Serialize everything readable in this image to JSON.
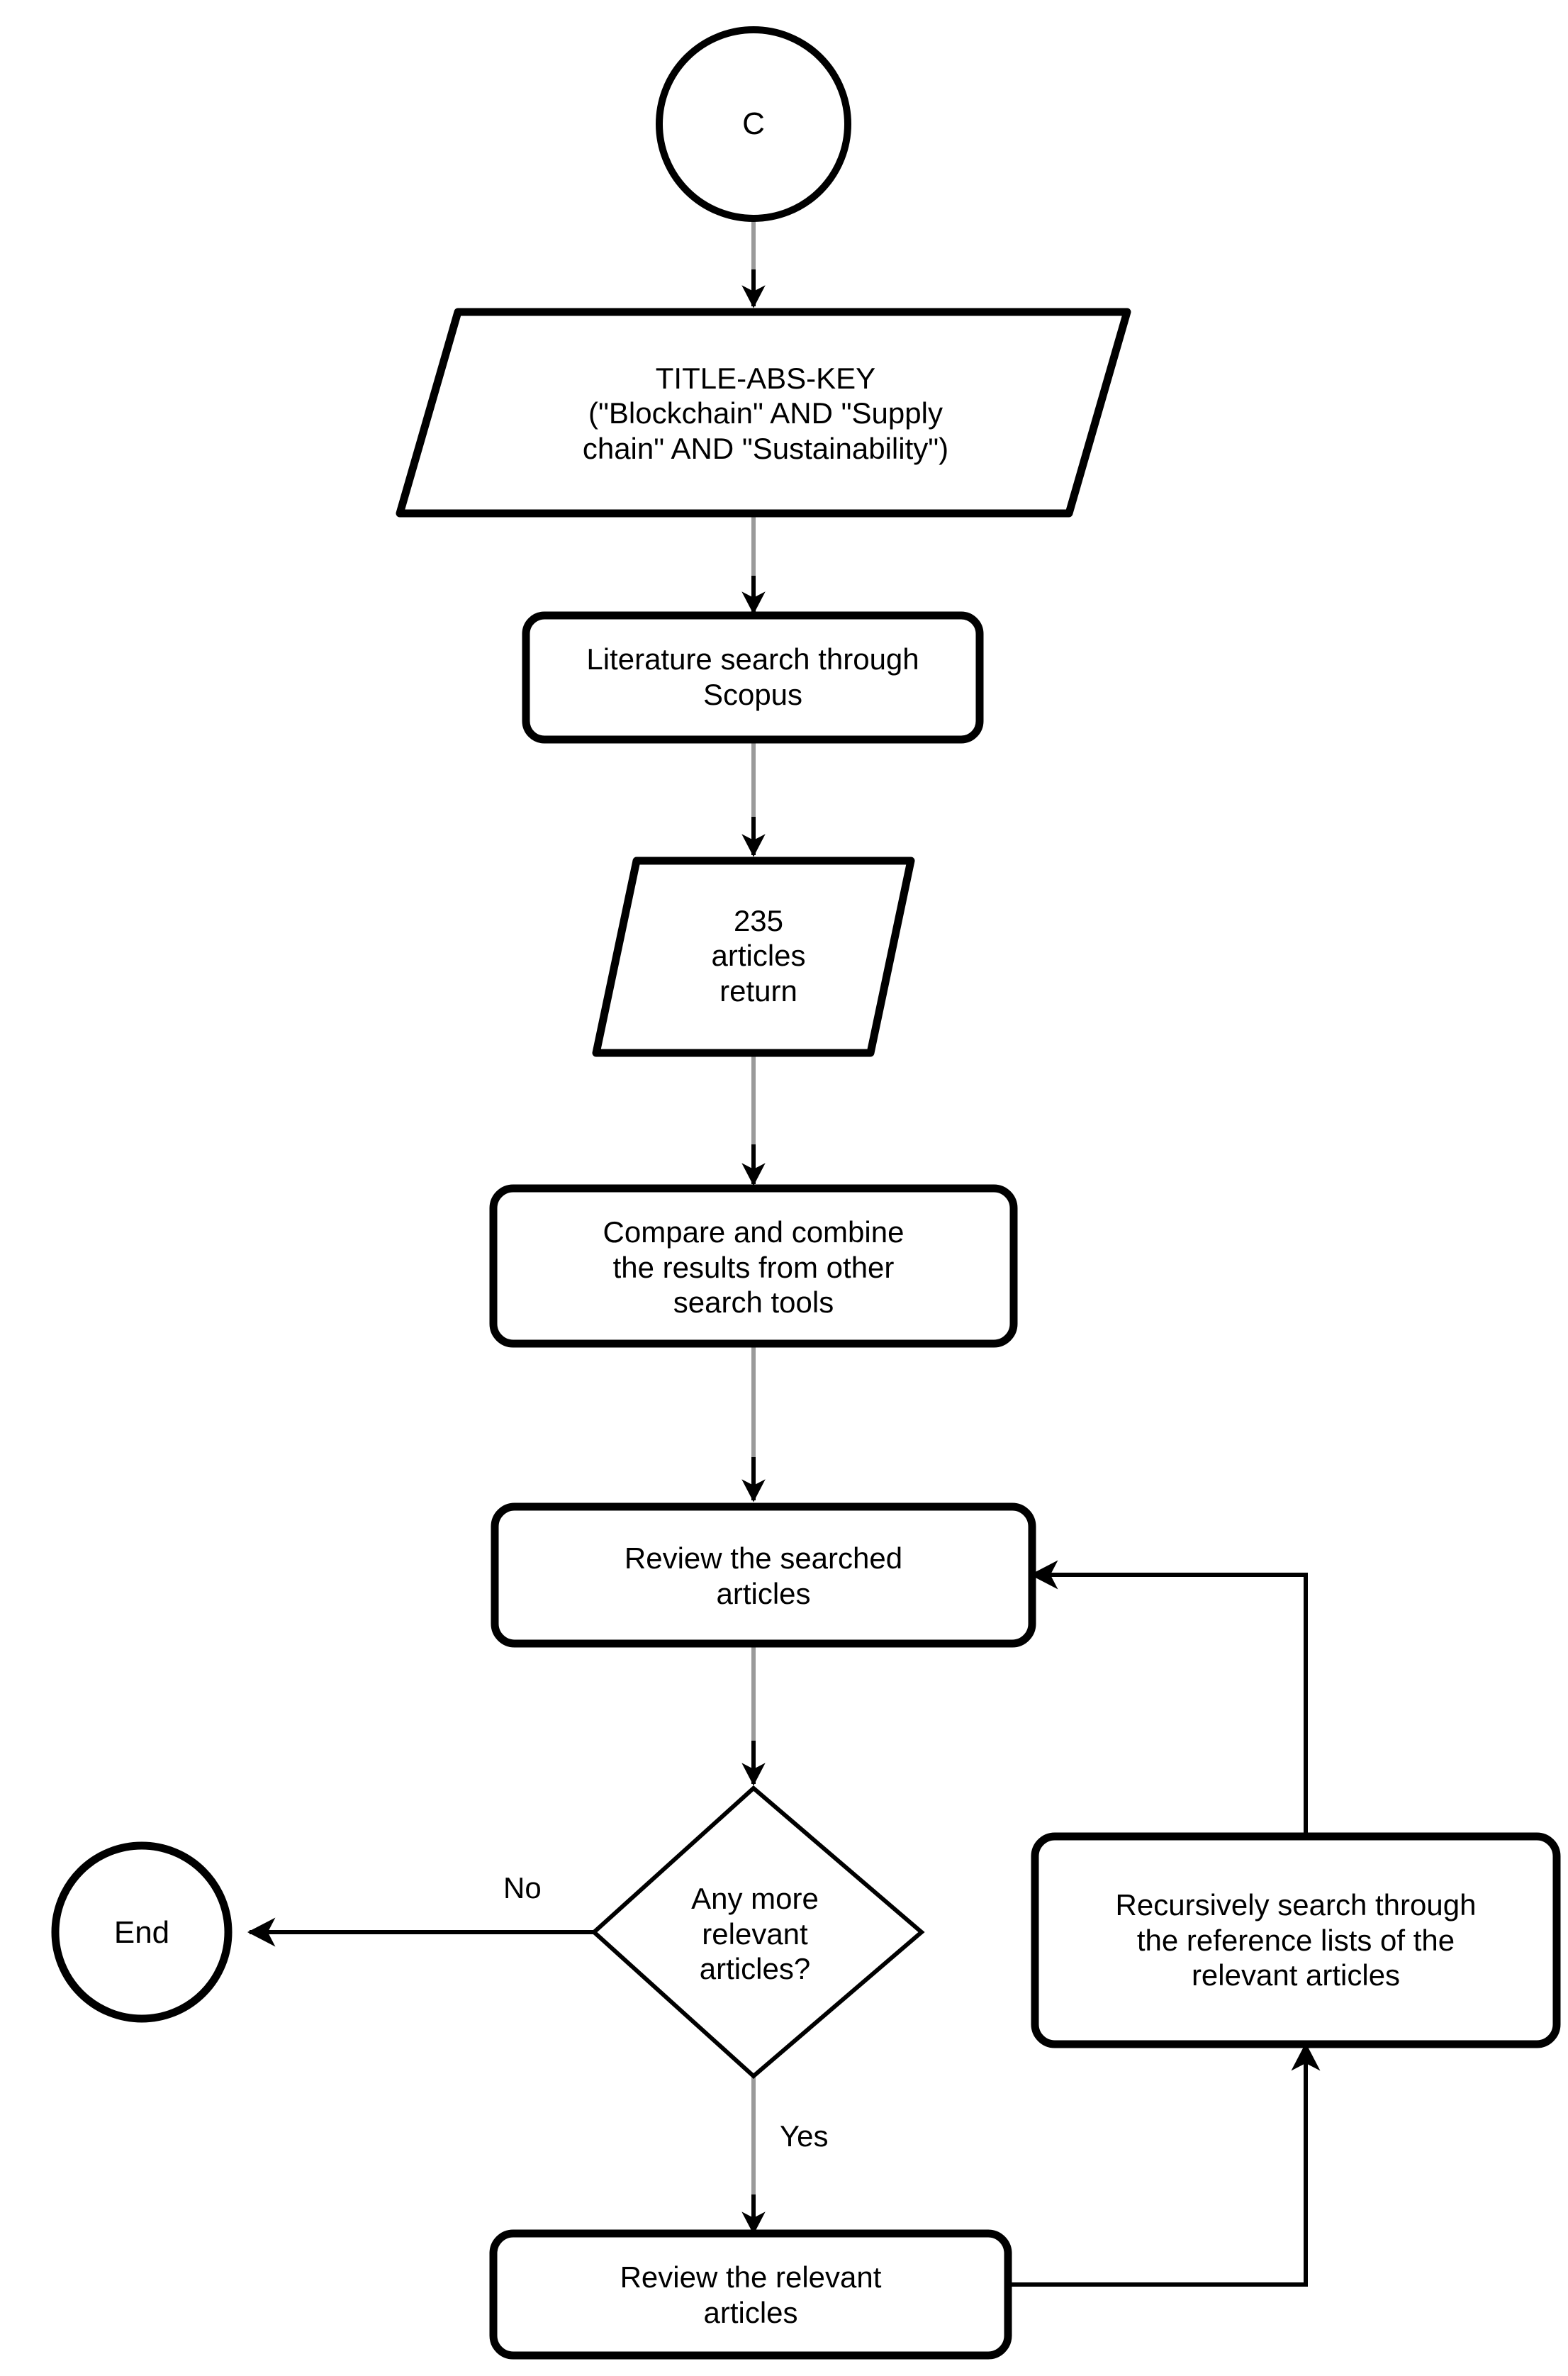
{
  "diagram": {
    "type": "flowchart",
    "title": "Literature search and review process flowchart",
    "background_color": "#ffffff",
    "stroke_color": "#000000",
    "connector_color": "#9a9a9a",
    "text_color": "#000000"
  },
  "nodes": {
    "start_connector": {
      "shape": "circle",
      "label": "C"
    },
    "search_query": {
      "shape": "parallelogram",
      "label": "TITLE-ABS-KEY\n(\"Blockchain\" AND \"Supply\nchain\" AND \"Sustainability\")"
    },
    "literature_search": {
      "shape": "rounded-rectangle",
      "label": "Literature search through\nScopus"
    },
    "articles_return": {
      "shape": "parallelogram",
      "label": "235\narticles\nreturn"
    },
    "compare_combine": {
      "shape": "rounded-rectangle",
      "label": "Compare and combine\nthe results from other\nsearch tools"
    },
    "review_searched": {
      "shape": "rounded-rectangle",
      "label": "Review the searched\narticles"
    },
    "decision_more_relevant": {
      "shape": "diamond",
      "label": "Any more\nrelevant\narticles?"
    },
    "end_terminator": {
      "shape": "circle",
      "label": "End"
    },
    "recursive_search": {
      "shape": "rounded-rectangle",
      "label": "Recursively search through\nthe reference lists of the\nrelevant articles"
    },
    "review_relevant": {
      "shape": "rounded-rectangle",
      "label": "Review the relevant\narticles"
    }
  },
  "edge_labels": {
    "no_branch": "No",
    "yes_branch": "Yes"
  }
}
